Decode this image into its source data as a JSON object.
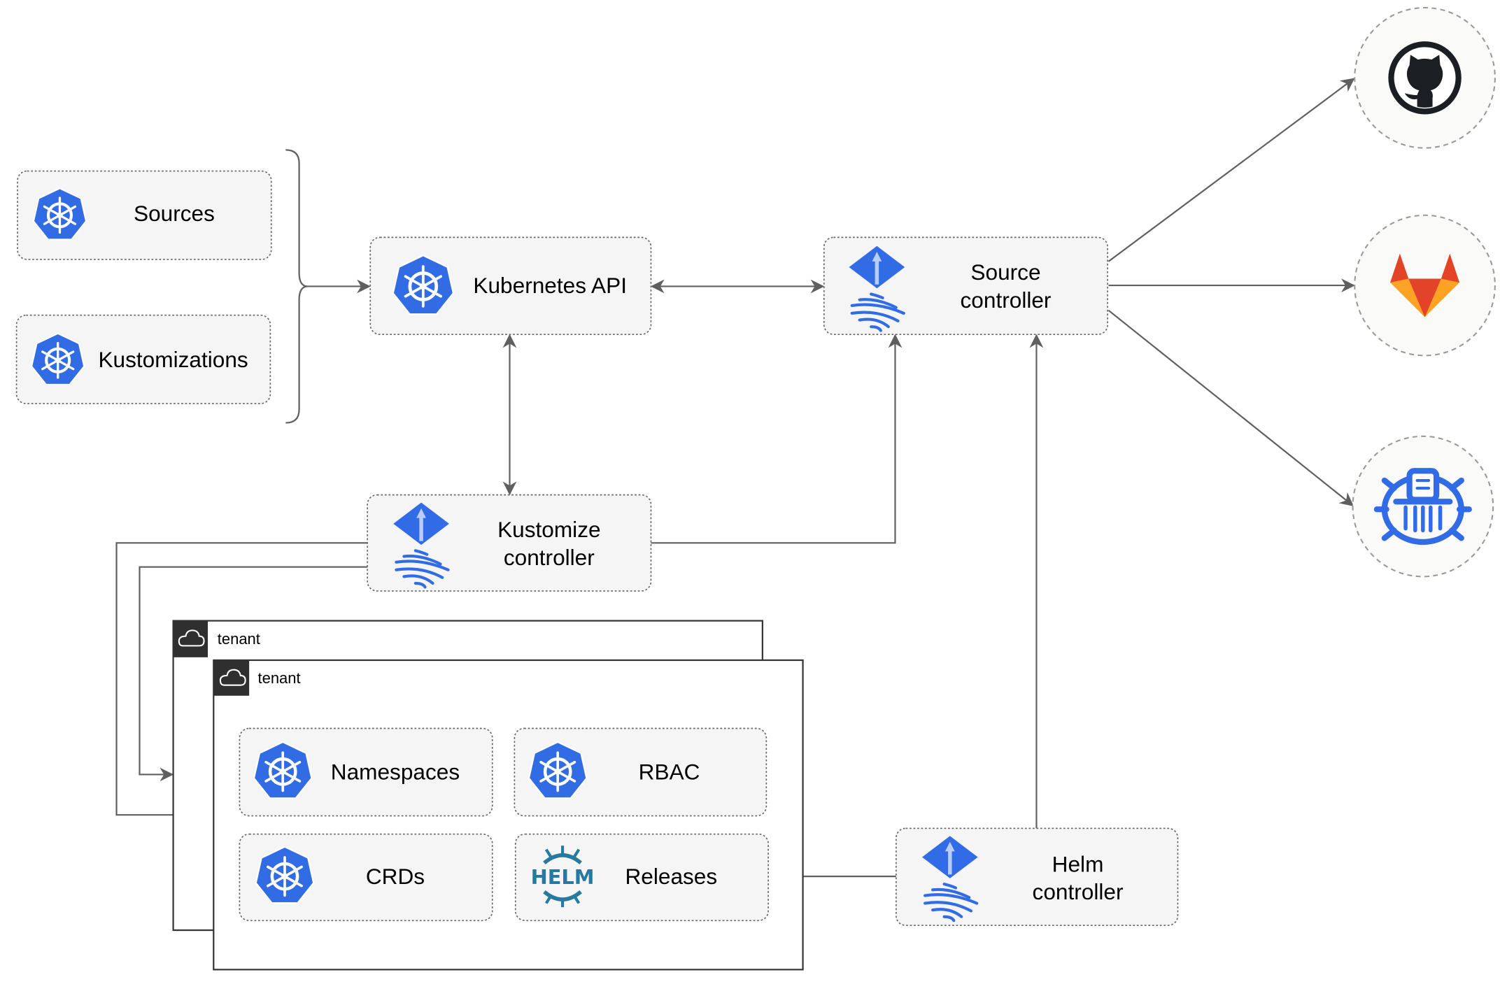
{
  "nodes": {
    "sources": "Sources",
    "kustomizations": "Kustomizations",
    "kubernetes_api": "Kubernetes API",
    "source_controller": [
      "Source",
      "controller"
    ],
    "kustomize_controller": [
      "Kustomize",
      "controller"
    ],
    "helm_controller": [
      "Helm",
      "controller"
    ],
    "namespaces": "Namespaces",
    "rbac": "RBAC",
    "crds": "CRDs",
    "releases": "Releases",
    "helm_logo_text": "HELM"
  },
  "tenants": [
    "tenant",
    "tenant"
  ],
  "external_sources": [
    {
      "icon": "github-icon"
    },
    {
      "icon": "gitlab-icon"
    },
    {
      "icon": "bucket-icon"
    }
  ],
  "colors": {
    "kubernetes_blue": "#326ce5",
    "flux_blue": "#316ce6",
    "helm_teal": "#277a9f",
    "gitlab_orange": "#e24329",
    "gitlab_light": "#fca326",
    "github_dark": "#1b1f23",
    "node_fill": "#f5f5f5",
    "edge": "#5f5f5f"
  }
}
